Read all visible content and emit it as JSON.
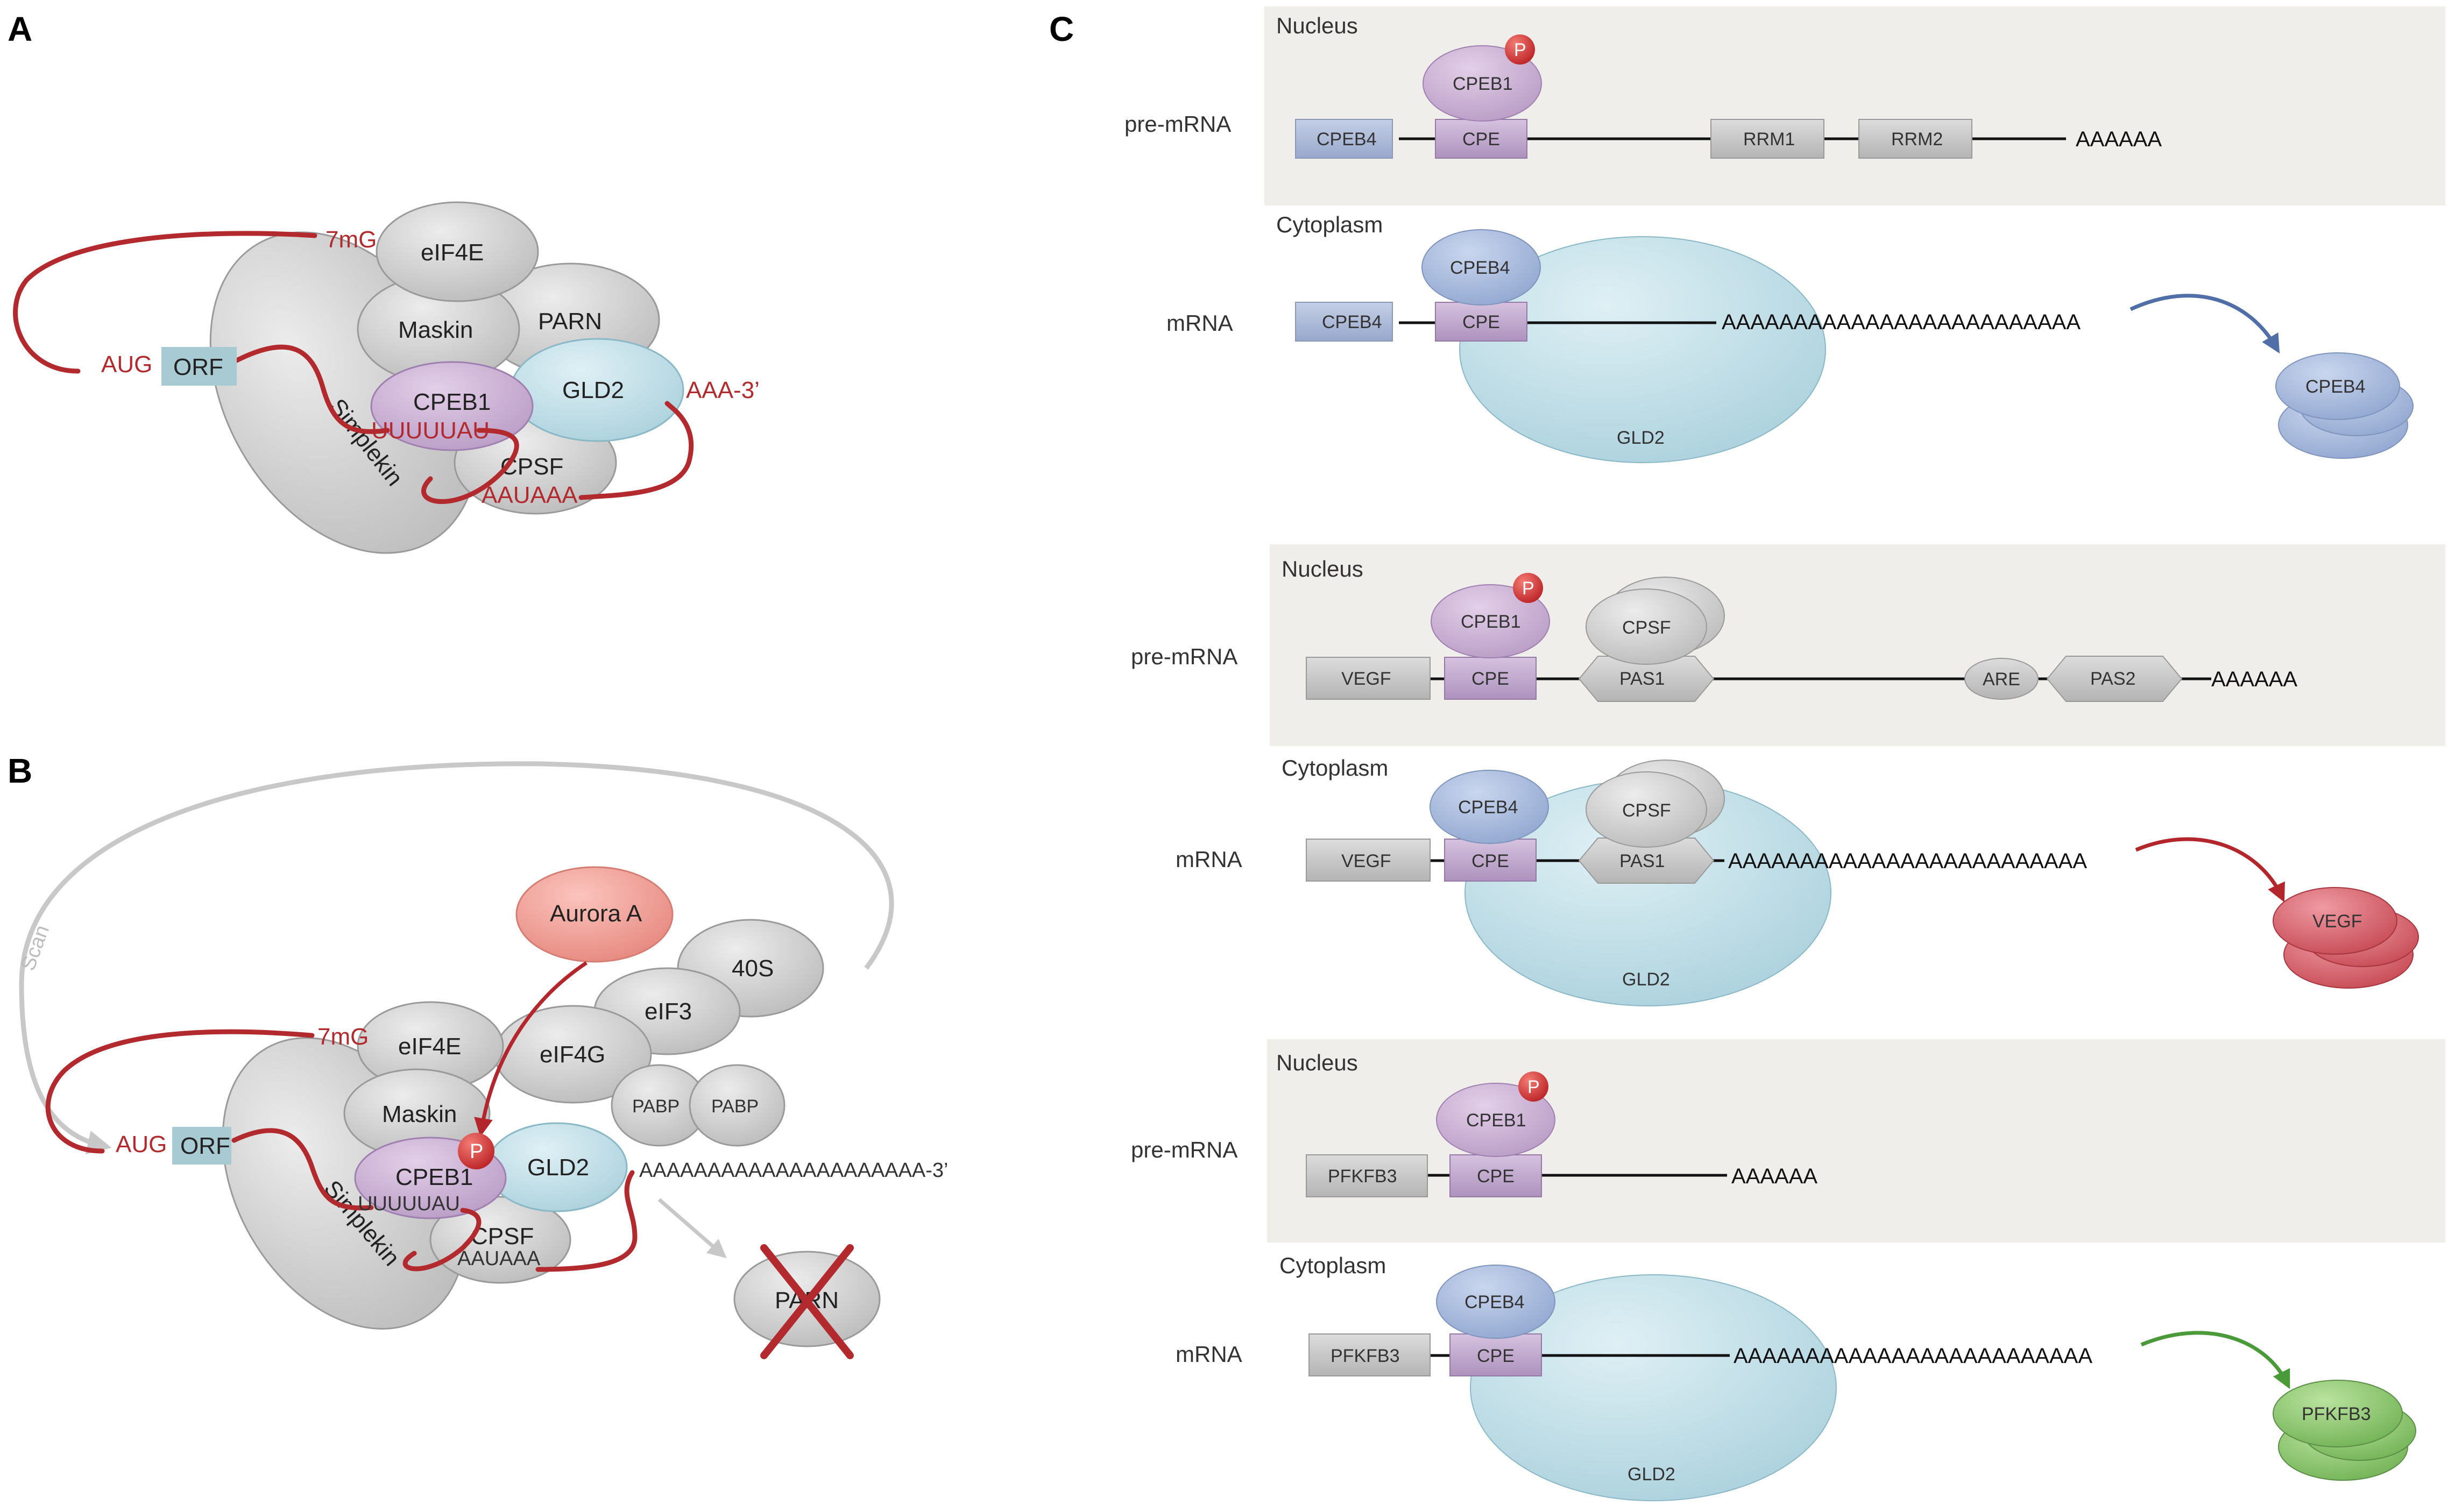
{
  "panels": {
    "a": "A",
    "b": "B",
    "c": "C"
  },
  "panel_a": {
    "cap": "7mG",
    "eif4e": "eIF4E",
    "maskin": "Maskin",
    "parn": "PARN",
    "aug": "AUG",
    "orf": "ORF",
    "cpeb1": "CPEB1",
    "gld2": "GLD2",
    "cpe_seq": "UUUUUAU",
    "aaa": "AAA-3’",
    "symplekin": "Simplekin",
    "cpsf": "CPSF",
    "pas_seq": "AAUAAA"
  },
  "panel_b": {
    "scan": "Scan",
    "aurora": "Aurora A",
    "s40": "40S",
    "eif3": "eIF3",
    "eif4g": "eIF4G",
    "pabp1": "PABP",
    "pabp2": "PABP",
    "cap": "7mG",
    "eif4e": "eIF4E",
    "maskin": "Maskin",
    "p": "P",
    "aug": "AUG",
    "orf": "ORF",
    "cpeb1": "CPEB1",
    "gld2": "GLD2",
    "polya": "AAAAAAAAAAAAAAAAAAAAA-3’",
    "cpe_seq": "UUUUUAU",
    "symplekin": "Simplekin",
    "cpsf": "CPSF",
    "pas_seq": "AAUAAA",
    "parn": "PARN"
  },
  "panel_c": {
    "block1": {
      "nucleus": "Nucleus",
      "pre_label": "pre-mRNA",
      "cpeb1": "CPEB1",
      "p": "P",
      "cpeb4": "CPEB4",
      "cpe": "CPE",
      "rrm1": "RRM1",
      "rrm2": "RRM2",
      "pre_tail": "AAAAAA",
      "cytoplasm": "Cytoplasm",
      "m_label": "mRNA",
      "m_cpeb4_prot": "CPEB4",
      "m_cpeb4": "CPEB4",
      "m_cpe": "CPE",
      "m_tail": "AAAAAAAAAAAAAAAAAAAAAAAAA",
      "gld2": "GLD2",
      "product": "CPEB4",
      "arrow_color": "#4f6fa6"
    },
    "block2": {
      "nucleus": "Nucleus",
      "pre_label": "pre-mRNA",
      "cpeb1": "CPEB1",
      "p": "P",
      "cpsf": "CPSF",
      "vegf": "VEGF",
      "cpe": "CPE",
      "pas1": "PAS1",
      "are": "ARE",
      "pas2": "PAS2",
      "pre_tail": "AAAAAA",
      "cytoplasm": "Cytoplasm",
      "m_label": "mRNA",
      "m_cpeb4": "CPEB4",
      "m_cpsf": "CPSF",
      "m_vegf": "VEGF",
      "m_cpe": "CPE",
      "m_pas1": "PAS1",
      "m_tail": "AAAAAAAAAAAAAAAAAAAAAAAAA",
      "gld2": "GLD2",
      "product": "VEGF",
      "arrow_color": "#b3262c"
    },
    "block3": {
      "nucleus": "Nucleus",
      "pre_label": "pre-mRNA",
      "cpeb1": "CPEB1",
      "p": "P",
      "pfkfb3": "PFKFB3",
      "cpe": "CPE",
      "pre_tail": "AAAAAA",
      "cytoplasm": "Cytoplasm",
      "m_label": "mRNA",
      "m_cpeb4": "CPEB4",
      "m_pfkfb3": "PFKFB3",
      "m_cpe": "CPE",
      "m_tail": "AAAAAAAAAAAAAAAAAAAAAAAAA",
      "gld2": "GLD2",
      "product": "PFKFB3",
      "arrow_color": "#4a9a3a"
    }
  }
}
